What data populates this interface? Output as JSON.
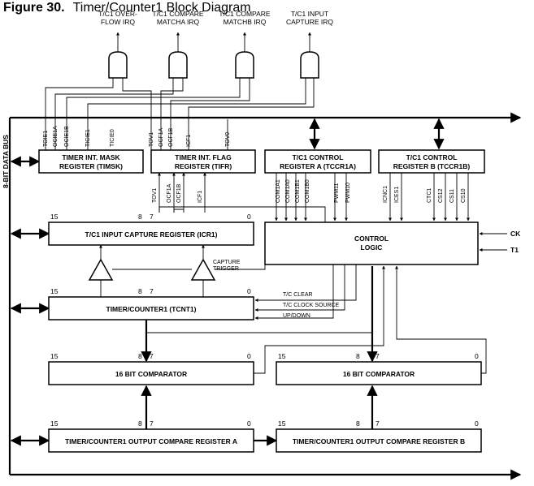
{
  "figure": {
    "number": "Figure 30.",
    "title": "Timer/Counter1 Block Diagram"
  },
  "irq_labels": [
    [
      "T/C1 OVER-",
      "FLOW IRQ"
    ],
    [
      "T/C1 COMPARE",
      "MATCHA IRQ"
    ],
    [
      "T/C1 COMPARE",
      "MATCHB IRQ"
    ],
    [
      "T/C1 INPUT",
      "CAPTURE IRQ"
    ]
  ],
  "data_bus": "8-BIT DATA BUS",
  "timsk": {
    "lines": [
      "TIMER INT. MASK",
      "REGISTER (TIMSK)"
    ],
    "bits": [
      "TOIE1",
      "OCIE1A",
      "OCIE1B",
      "TICIE1",
      "TICIE0"
    ]
  },
  "tifr": {
    "lines": [
      "TIMER INT. FLAG",
      "REGISTER (TIFR)"
    ],
    "bits_top": [
      "TOV1",
      "OCF1A",
      "OCF1B",
      "ICF1",
      "TOV0"
    ],
    "bits_bottom": [
      "TOV1",
      "OCF1A",
      "OCF1B",
      "ICF1"
    ]
  },
  "tccr1a": {
    "lines": [
      "T/C1 CONTROL",
      "REGISTER A (TCCR1A)"
    ],
    "bits": [
      "COM1A1",
      "COM1A0",
      "COM1B1",
      "COM1B0",
      "PWM11",
      "PWM10"
    ]
  },
  "tccr1b": {
    "lines": [
      "T/C1 CONTROL",
      "REGISTER B (TCCR1B)"
    ],
    "bits": [
      "ICNC1",
      "ICES1",
      "CTC1",
      "CS12",
      "CS11",
      "CS10"
    ]
  },
  "icr1": {
    "label": "T/C1 INPUT CAPTURE REGISTER (ICR1)"
  },
  "tcnt1": {
    "label": "TIMER/COUNTER1 (TCNT1)"
  },
  "comparator": {
    "label": "16 BIT COMPARATOR"
  },
  "ocr1a": {
    "label": "TIMER/COUNTER1 OUTPUT COMPARE REGISTER A"
  },
  "ocr1b": {
    "label": "TIMER/COUNTER1 OUTPUT COMPARE REGISTER B"
  },
  "control_logic": {
    "lines": [
      "CONTROL",
      "LOGIC"
    ]
  },
  "bit_markers": {
    "msb": "15",
    "mid_hi": "8",
    "mid_lo": "7",
    "lsb": "0"
  },
  "capture_trigger": [
    "CAPTURE",
    "TRIGGER"
  ],
  "control_signals": [
    "T/C CLEAR",
    "T/C CLOCK SOURCE",
    "UP/DOWN"
  ],
  "inputs": [
    "CK",
    "T1"
  ]
}
